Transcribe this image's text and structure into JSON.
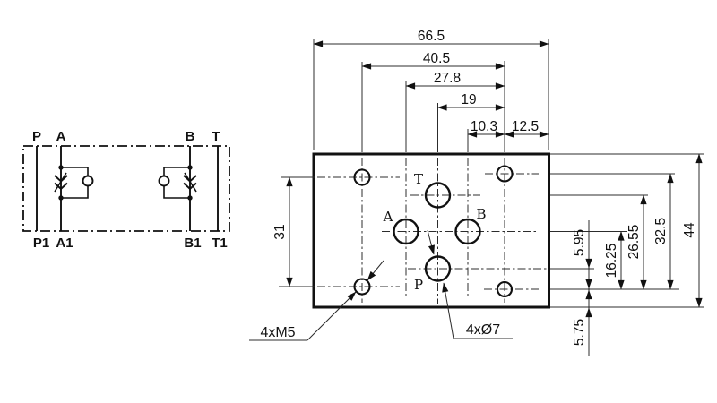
{
  "schematic": {
    "top_ports": [
      "P",
      "A",
      "B",
      "T"
    ],
    "bottom_ports": [
      "P1",
      "A1",
      "B1",
      "T1"
    ]
  },
  "plate": {
    "port_labels": {
      "t": "T",
      "a": "A",
      "b": "B",
      "p": "P"
    },
    "callouts": {
      "mounting_holes": "4xM5",
      "port_holes": "4xØ7"
    }
  },
  "dimensions": {
    "horizontal": [
      "66.5",
      "40.5",
      "27.8",
      "19",
      "10.3",
      "12.5"
    ],
    "left_vertical": "31",
    "right_vertical": [
      "44",
      "32.5",
      "26.55",
      "16.25",
      "5.95"
    ],
    "bottom_vertical": "5.75"
  },
  "colors": {
    "ink": "#111111",
    "background": "#ffffff"
  }
}
